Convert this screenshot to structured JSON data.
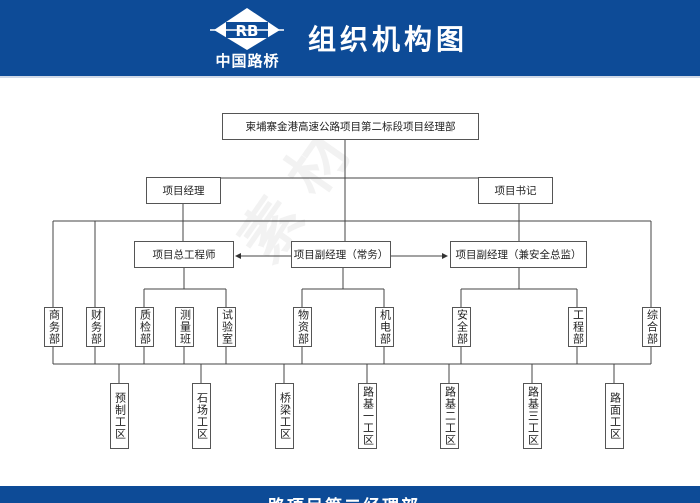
{
  "header": {
    "logo_letters": "RB",
    "logo_text": "中国路桥",
    "title": "组织机构图",
    "bg_color": "#0d4b97"
  },
  "chart": {
    "root": "柬埔寨金港高速公路项目第二标段项目经理部",
    "level2": [
      "项目经理",
      "项目书记"
    ],
    "level3": [
      "项目总工程师",
      "项目副经理（常务）",
      "项目副经理（兼安全总监）"
    ],
    "departments": [
      "商务部",
      "财务部",
      "质检部",
      "测量班",
      "试验室",
      "物资部",
      "机电部",
      "安全部",
      "工程部",
      "综合部"
    ],
    "work_zones": [
      "预制工区",
      "石场工区",
      "桥梁工区",
      "路基一工区",
      "路基二工区",
      "路基三工区",
      "路面工区"
    ]
  },
  "footer": {
    "text": "路项目第二经理部"
  }
}
